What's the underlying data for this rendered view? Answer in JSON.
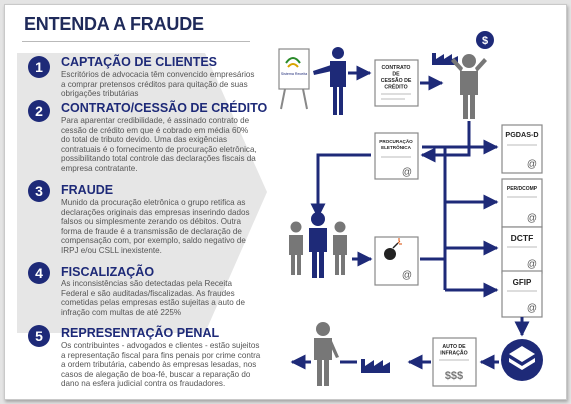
{
  "title": "ENTENDA A FRAUDE",
  "sections": [
    {
      "number": "1",
      "heading": "CAPTAÇÃO DE CLIENTES",
      "lines": [
        "Escritórios de advocacia têm convencido empresários",
        "a comprar pretensos créditos para quitação de suas",
        "obrigações tributárias"
      ]
    },
    {
      "number": "2",
      "heading": "CONTRATO/CESSÃO DE CRÉDITO",
      "lines": [
        "Para aparentar credibilidade, é assinado contrato de",
        "cessão de crédito em que é cobrado em média 60%",
        "do total de tributo devido. Uma das exigências",
        "contratuais é o fornecimento de procuração eletrônica,",
        "possibilitando total controle das declarações fiscais da",
        "empresa contratante."
      ]
    },
    {
      "number": "3",
      "heading": "FRAUDE",
      "lines": [
        "Munido da procuração eletrônica o grupo retifica as",
        "declarações originais das empresas inserindo dados",
        "falsos ou simplesmente zerando os débitos. Outra",
        "forma de fraude é a transmissão de declaração de",
        "compensação com, por exemplo, saldo negativo de",
        "IRPJ e/ou CSLL inexistente."
      ]
    },
    {
      "number": "4",
      "heading": "FISCALIZAÇÃO",
      "lines": [
        "As inconsistências são detectadas pela Receita",
        "Federal e são auditadas/fiscalizadas. As fraudes",
        "cometidas pelas empresas estão sujeitas a auto de",
        "infração com multas de até 225%"
      ]
    },
    {
      "number": "5",
      "heading": "REPRESENTAÇÃO PENAL",
      "lines": [
        "Os contribuintes - advogados e clientes - estão sujeitos",
        "a representação fiscal para fins penais por crime contra",
        "a ordem tributária, cabendo às empresas lesadas, nos",
        "casos de alegação de boa-fé, buscar a reparação do",
        "dano na esfera judicial contra os fraudadores."
      ]
    }
  ],
  "diagram": {
    "contract_lines": [
      "CONTRATO",
      "DE",
      "CESSÃO DE",
      "CRÉDITO"
    ],
    "proxy_lines": [
      "PROCURAÇÃO",
      "ELETRÔNICA"
    ],
    "at_symbol": "@",
    "dollar_symbol": "$",
    "forms": [
      "PGDAS-D",
      "PER/DCOMP",
      "DCTF",
      "GFIP"
    ],
    "fine_lines": [
      "AUTO DE",
      "INFRAÇÃO"
    ],
    "fine_amount": "$$$",
    "presentation_label": "Sistema Receita",
    "colors": {
      "navy": "#1e2a78",
      "gray": "#777777",
      "chevron": "#e4e4e4"
    }
  }
}
